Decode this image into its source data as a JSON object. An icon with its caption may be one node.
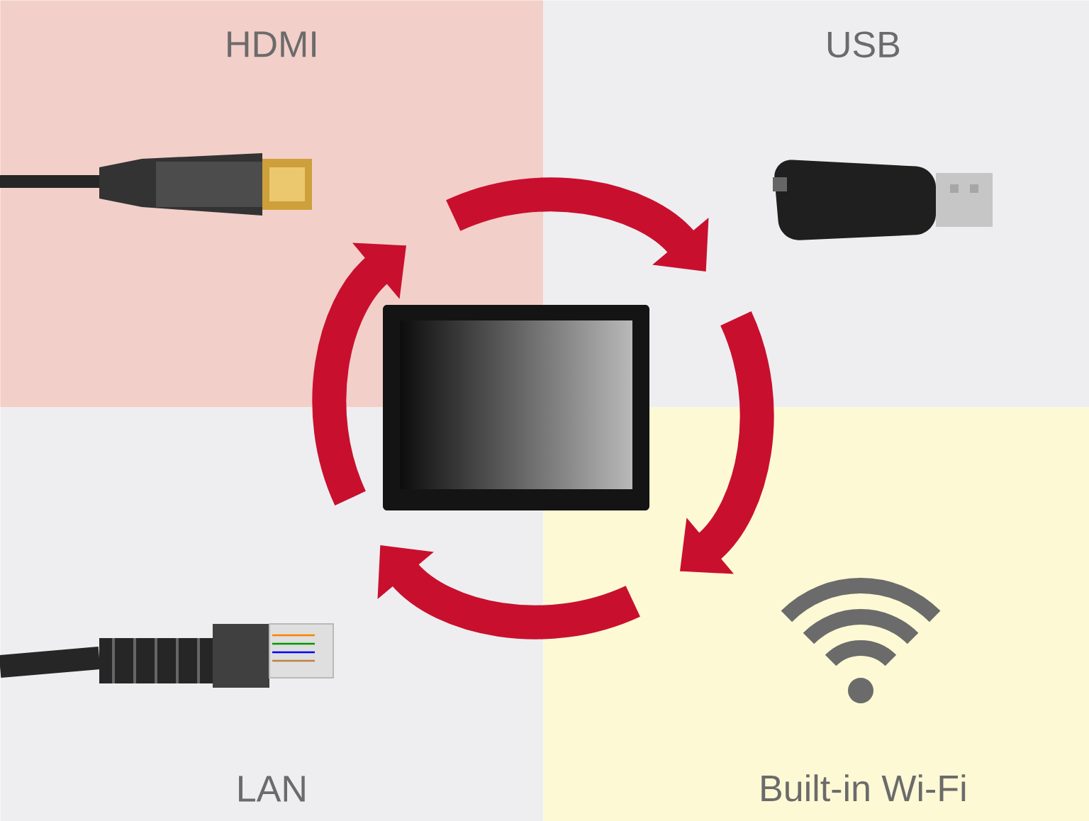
{
  "diagram": {
    "nodes": [
      {
        "text": [
          "HDMI"
        ]
      },
      {
        "text": [
          "USB"
        ]
      },
      {
        "text": [
          "LAN"
        ]
      },
      {
        "text": [
          "Built-in Wi-Fi"
        ]
      }
    ],
    "edges": [
      {
        "from": 0,
        "to": 1,
        "arrow": "to"
      },
      {
        "from": 1,
        "to": 3,
        "arrow": "to"
      },
      {
        "from": 3,
        "to": 2,
        "arrow": "to"
      },
      {
        "from": 2,
        "to": 0,
        "arrow": "to"
      }
    ]
  }
}
